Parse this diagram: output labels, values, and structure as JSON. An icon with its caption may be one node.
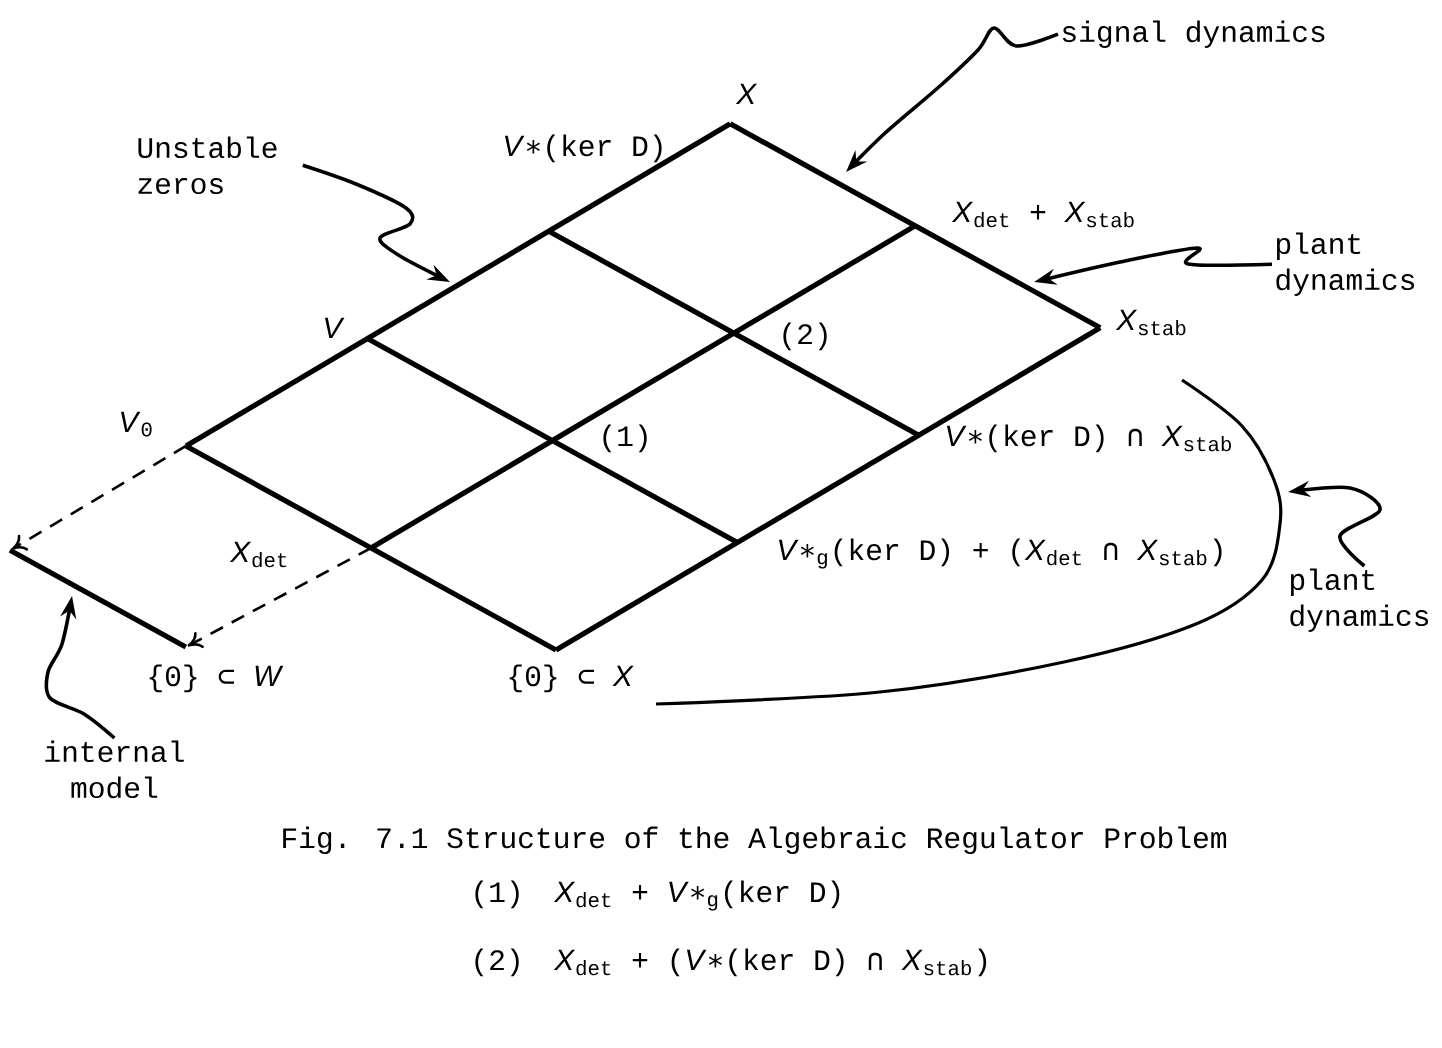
{
  "diagram": {
    "caption": "Fig. 7.1 Structure of the Algebraic Regulator Problem",
    "nodes": [
      {
        "text": [
          "signal dynamics"
        ]
      },
      {
        "text": [
          "Unstable zeros"
        ]
      },
      {
        "text": [
          "plant dynamics"
        ]
      },
      {
        "text": [
          "plant dynamics"
        ]
      },
      {
        "text": [
          "internal model"
        ]
      }
    ],
    "edges": [
      {
        "from": 0,
        "to": null,
        "arrow": "to"
      },
      {
        "from": 1,
        "to": null,
        "arrow": "to"
      },
      {
        "from": 2,
        "to": null,
        "arrow": "to"
      },
      {
        "from": 3,
        "to": null,
        "arrow": "to"
      },
      {
        "from": 4,
        "to": null,
        "arrow": "to"
      }
    ],
    "labels": [
      "X",
      "*V*∗(ker D)",
      "*X*$_{det}$ + *X*$_{stab}$",
      "V",
      "(2)",
      "*X*$_{stab}$",
      "*V*$_{0}$",
      "(1)",
      "*V*∗(ker D) ∩ *X*$_{stab}$",
      "*X*$_{det}$",
      "*V*∗$_{g}$(ker D) + (*X*$_{det}$ ∩ *X*$_{stab}$)",
      "{0} ⊂ *W*",
      "{0} ⊂ *X*",
      "(1)",
      "*X*$_{det}$ + *V*∗$_{g}$(ker D)",
      "(2)",
      "*X*$_{det}$ + (*V*∗(ker D) ∩ *X*$_{stab}$)"
    ]
  }
}
